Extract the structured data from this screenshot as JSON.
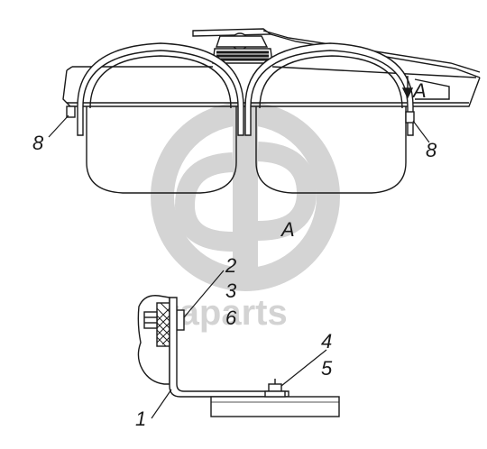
{
  "diagram": {
    "view_label": "A",
    "arrow_label": "A",
    "callouts": {
      "fender_left_bracket": "8",
      "fender_right_bracket": "8",
      "bracket": "1",
      "part_2": "2",
      "part_3": "3",
      "part_4": "4",
      "part_5": "5",
      "part_6": "6"
    }
  },
  "watermark": {
    "text": "altaparts",
    "color": "#cfcfcf"
  },
  "colors": {
    "line": "#1a1a1a",
    "background": "#ffffff"
  }
}
